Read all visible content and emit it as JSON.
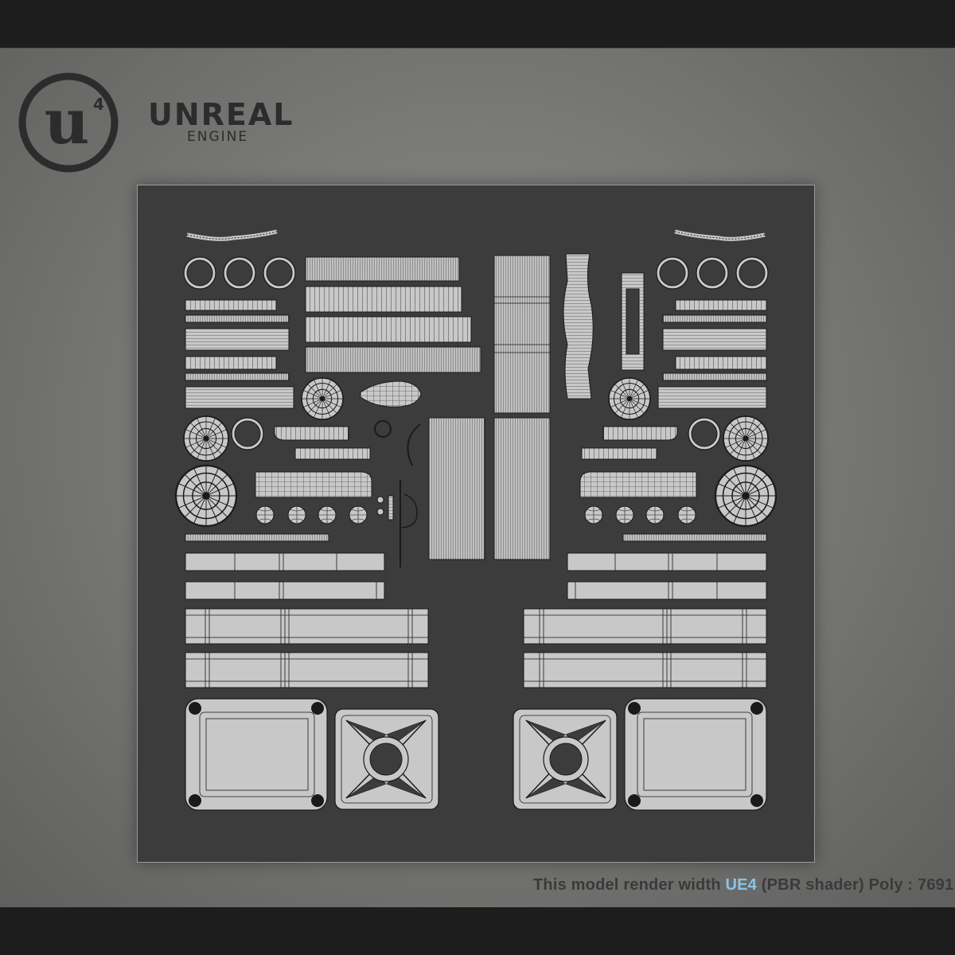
{
  "logo": {
    "title": "UNREAL",
    "subtitle": "ENGINE",
    "emblem_letter": "u",
    "emblem_version": "4",
    "icon": "unreal-engine-logo"
  },
  "caption": {
    "before": "This model render width ",
    "accent": "UE4",
    "after": " (PBR shader) Poly : 7691"
  },
  "colors": {
    "background": "#7a7a78",
    "bars": "#1d1d1d",
    "panel": "#3c3c3c",
    "uv_fill": "#c8c8c8",
    "uv_line": "#1a1a1a",
    "accent": "#8cc3e8"
  },
  "uv_layout": {
    "description_icon": "uv-wireframe-map",
    "mirrored": true
  }
}
